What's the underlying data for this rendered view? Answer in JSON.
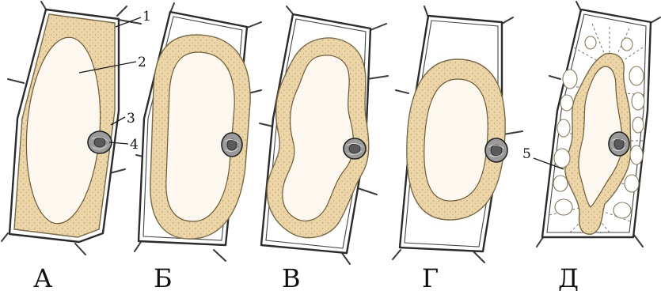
{
  "colors": {
    "cytoplasm": "#ecd5a7",
    "cytoplasm_dots": "#b49a6a",
    "vacuole": "#fdf8ef",
    "wall": "#2b2b2b",
    "nucleus": "#9a9a9a"
  },
  "labels": {
    "n1": "1",
    "n2": "2",
    "n3": "3",
    "n4": "4",
    "n5": "5"
  },
  "captions": {
    "a": "А",
    "b": "Б",
    "v": "В",
    "g": "Г",
    "d": "Д"
  }
}
